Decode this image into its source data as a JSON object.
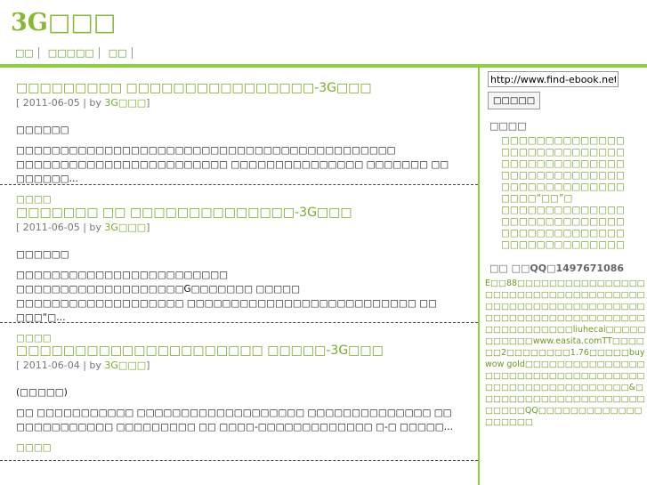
{
  "site": {
    "title": "3G□□□"
  },
  "nav": [
    "□□",
    "□□□□□",
    "□□"
  ],
  "posts": [
    {
      "title": "□□□□□□□□□ □□□□□□□□□□□□□□□□-3G□□□",
      "meta_prefix": "[ 2011-06-05 | by ",
      "author": "3G□□□",
      "meta_suffix": "]",
      "sub": "□□□□□□",
      "excerpt": "□□□□□□□□□□□□□□□□□□□□□□□□□□□□□□□□□□□□□□□□□□□ □□□□□□□□□□□□□□□□□□□□□□□□ □□□□□□□□□□□□□□□ □□□□□□□ □□ □□□□□□…",
      "readmore": "□□□□"
    },
    {
      "title": "□□□□□□□ □□ □□□□□□□□□□□□□□-3G□□□",
      "meta_prefix": "[ 2011-06-05 | by ",
      "author": "3G□□□",
      "meta_suffix": "]",
      "sub": "□□□□□□",
      "excerpt": "□□□□□□□□□□□□□□□□□□□□□□□□ □□□□□□□□□□□□□□□□□□□G□□□□□□□ □□□□□ □□□□□□□□□□□□□□□□□□□ □□□□□□□□□□□□□□□□□□□□□□□□□□ □□ □□□“□…",
      "readmore": "□□□□"
    },
    {
      "title": "□□□□□□□□□□□□□□□□□□□□□ □□□□□-3G□□□",
      "meta_prefix": "[ 2011-06-04 | by ",
      "author": "3G□□□",
      "meta_suffix": "]",
      "sub": "(□□□□□)",
      "excerpt": "□□ □□□□□□□□□□□ □□□□□□□□□□□□□□□□□□□ □□□□□□□□□□□□□□ □□ □□□□□□□□□□□ □□□□□□□□□ □□ □□□□-□□□□□□□□□□□□□ □-□ □□□□□…",
      "readmore": "□□□□"
    }
  ],
  "sidebar": {
    "search_value": "http://www.find-ebook.net/",
    "search_button": "□□□□□",
    "recent_heading": "□□□□",
    "recent_items": [
      "□□□□□□□□□□□□□□",
      "□□□□□□□□□□□□□□",
      "□□□□□□□□□□□□□□",
      "□□□□□□□□□□□□□□",
      "□□□□□□□□□□□□□□",
      "□□□□“□□”□",
      "□□□□□□□□□□□□□□",
      "□□□□□□□□□□□□□□",
      "□□□□□□□□□□□□□□",
      "□□□□□□□□□□□□□□"
    ],
    "qq_heading": "□□ □□QQ□1497671086",
    "text": "E□□88□□□□□□□□□□□□□□□□□□□□□□□□□□□□□□□□□□□□□□□□□□□□□□□□□□□□□□□□□□□□□□□□□□□□□□□□□□□□□□□□□□□□□□□liuhecai□□□□□□□□□□□www.easita.comTT□□□□□□2□□□□□□□□1.76□□□□□buy wow gold□□□□□□□□□□□□□□□□□□□□□□□□□□□□□□□□□□□□□□□□□□□□□□□□□□□□□&□□□□□□□□□□□□□□□□□□□□□□□□□□QQ□□□□□□□□□□□□□□□□□□□"
  }
}
